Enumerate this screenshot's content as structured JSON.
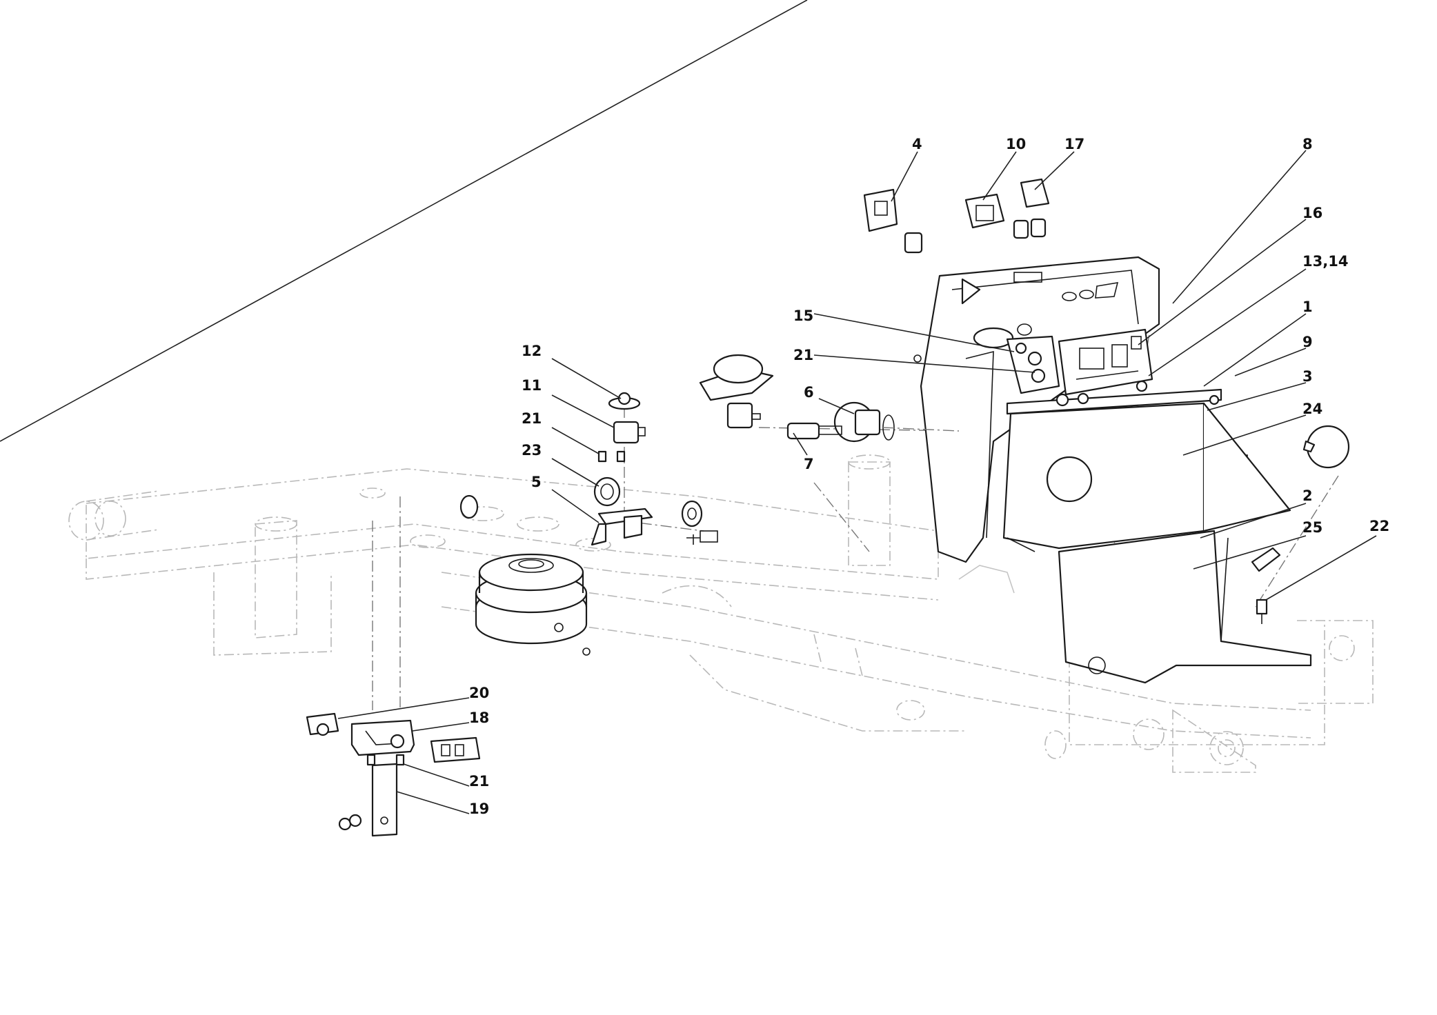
{
  "callouts": [
    {
      "id": "c4",
      "text": "4"
    },
    {
      "id": "c10",
      "text": "10"
    },
    {
      "id": "c17",
      "text": "17"
    },
    {
      "id": "c8",
      "text": "8"
    },
    {
      "id": "c16",
      "text": "16"
    },
    {
      "id": "c13-14",
      "text": "13,14"
    },
    {
      "id": "c1",
      "text": "1"
    },
    {
      "id": "c15",
      "text": "15"
    },
    {
      "id": "c21a",
      "text": "21"
    },
    {
      "id": "c9",
      "text": "9"
    },
    {
      "id": "c6",
      "text": "6"
    },
    {
      "id": "c3",
      "text": "3"
    },
    {
      "id": "c24",
      "text": "24"
    },
    {
      "id": "c7",
      "text": "7"
    },
    {
      "id": "c12",
      "text": "12"
    },
    {
      "id": "c11",
      "text": "11"
    },
    {
      "id": "c21b",
      "text": "21"
    },
    {
      "id": "c23",
      "text": "23"
    },
    {
      "id": "c5",
      "text": "5"
    },
    {
      "id": "c2",
      "text": "2"
    },
    {
      "id": "c25",
      "text": "25"
    },
    {
      "id": "c22",
      "text": "22"
    },
    {
      "id": "c20",
      "text": "20"
    },
    {
      "id": "c18",
      "text": "18"
    },
    {
      "id": "c21c",
      "text": "21"
    },
    {
      "id": "c19",
      "text": "19"
    }
  ]
}
